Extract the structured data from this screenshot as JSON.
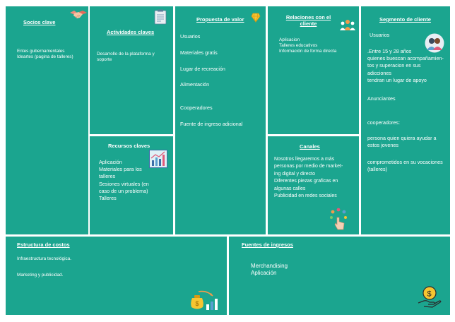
{
  "socios": {
    "title": "Socios clave",
    "lines": [
      "Entes gubernamentales",
      "Ideartes (pagina de talleres)"
    ]
  },
  "actividades": {
    "title": "Actividades claves",
    "lines": [
      "Desarrollo de la plataforma y",
      "soporte"
    ]
  },
  "propuesta": {
    "title": "Propuesta de valor",
    "items": [
      "Usuarios",
      "Materiales gratis",
      "Lugar de recreación",
      "Alimentación",
      "Cooperadores",
      "Fuente de ingreso adicional"
    ]
  },
  "relaciones": {
    "title_1": "Relaciones con el",
    "title_2": "cliente",
    "lines": [
      "Aplicacion",
      "Talleres educativos",
      "Información de forma directa"
    ]
  },
  "segmento": {
    "title": "Segmento de cliente",
    "usuarios": "Usuarios",
    "lines": [
      ".Entre 15 y 28 años",
      "quienes buescan acompañamien-",
      "tos y superacion en sus",
      "adicciones",
      "tendran un lugar de apoyo"
    ],
    "anunciantes": "Anunciantes",
    "cooperadores": "cooperadores:",
    "coop_lines": [
      "persona quien  quiera ayudar a",
      "estos jovenes"
    ],
    "comp_lines": [
      "comprometidos en su vocaciones",
      "(talleres)"
    ]
  },
  "recursos": {
    "title": "Recursos claves",
    "lines": [
      "Aplicación",
      "Materiales para los",
      "talleres",
      "Sesiones virtuales (en",
      "caso de un problema)",
      "Talleres"
    ]
  },
  "canales": {
    "title": "Canales",
    "lines": [
      "Nosotros llegaremos a más",
      "personas por medio de market-",
      "ing digital y directo",
      "Diferentes piezas graficas en",
      "algunas calles",
      "Publicidad en redes sociales"
    ]
  },
  "costos": {
    "title": "Estructura de costos",
    "line_1": "Infraestructura tecnológica.",
    "line_2": "Marketing y publicidad."
  },
  "ingresos": {
    "title": "Fuentes de ingresos",
    "line_1": "Merchandising",
    "line_2": "Aplicación"
  },
  "colors": {
    "cell": "#1ba58f",
    "text": "#ffffff",
    "background": "#ffffff"
  },
  "icons": [
    "handshake-icon",
    "clipboard-icon",
    "diamond-icon",
    "people-group-icon",
    "users-icon",
    "chart-icon",
    "touch-icon",
    "money-bag-icon",
    "hand-coin-icon"
  ]
}
